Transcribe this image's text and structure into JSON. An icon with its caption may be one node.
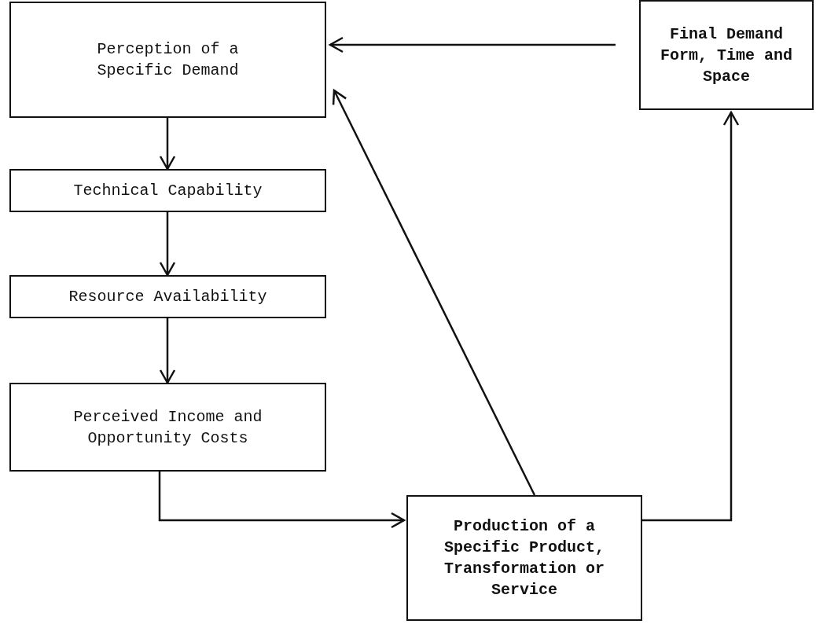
{
  "diagram": {
    "nodes": [
      {
        "text": [
          "Perception of a Specific Demand"
        ]
      },
      {
        "text": [
          "Final Demand Form, Time and Space"
        ]
      },
      {
        "text": [
          "Technical Capability"
        ]
      },
      {
        "text": [
          "Resource Availability"
        ]
      },
      {
        "text": [
          "Perceived Income and Opportunity Costs"
        ]
      },
      {
        "text": [
          "Production of a Specific Product, Transformation or Service"
        ]
      }
    ],
    "edges": [
      {
        "from": 1,
        "to": 0,
        "arrow": "to"
      },
      {
        "from": 0,
        "to": 2,
        "arrow": "to"
      },
      {
        "from": 2,
        "to": 3,
        "arrow": "to"
      },
      {
        "from": 3,
        "to": 4,
        "arrow": "to"
      },
      {
        "from": 4,
        "to": 5,
        "arrow": "to"
      },
      {
        "from": 5,
        "to": 0,
        "arrow": "to"
      },
      {
        "from": 5,
        "to": 1,
        "arrow": "to"
      }
    ]
  }
}
